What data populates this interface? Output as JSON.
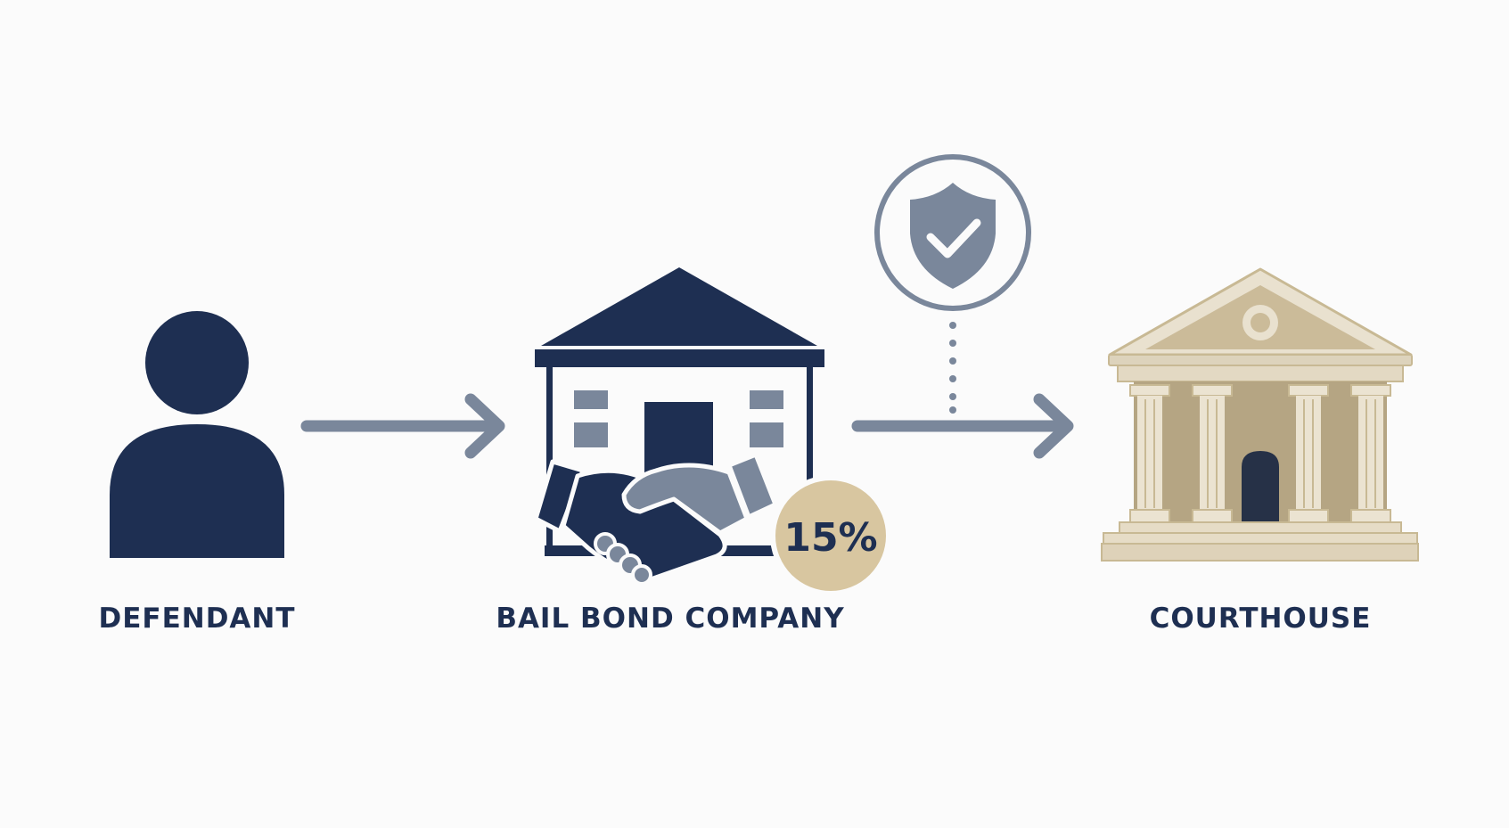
{
  "colors": {
    "navy": "#1e2f52",
    "slate": "#7a879b",
    "beige": "#d8c6a0",
    "stone_light": "#e9e1cf",
    "stone_mid": "#d5c9ad",
    "stone_dark": "#b5a583",
    "background": "#fbfbfb"
  },
  "nodes": [
    {
      "id": "defendant",
      "label": "DEFENDANT",
      "icon": "person-icon"
    },
    {
      "id": "bail_bond_company",
      "label": "BAIL BOND COMPANY",
      "icon": "office-handshake-icon",
      "badge": "15%"
    },
    {
      "id": "courthouse",
      "label": "COURTHOUSE",
      "icon": "courthouse-icon"
    }
  ],
  "connectors": [
    {
      "from": "defendant",
      "to": "bail_bond_company",
      "style": "arrow"
    },
    {
      "from": "bail_bond_company",
      "to": "courthouse",
      "style": "arrow",
      "attachment_icon": "shield-check-icon",
      "attachment_style": "dotted"
    }
  ]
}
